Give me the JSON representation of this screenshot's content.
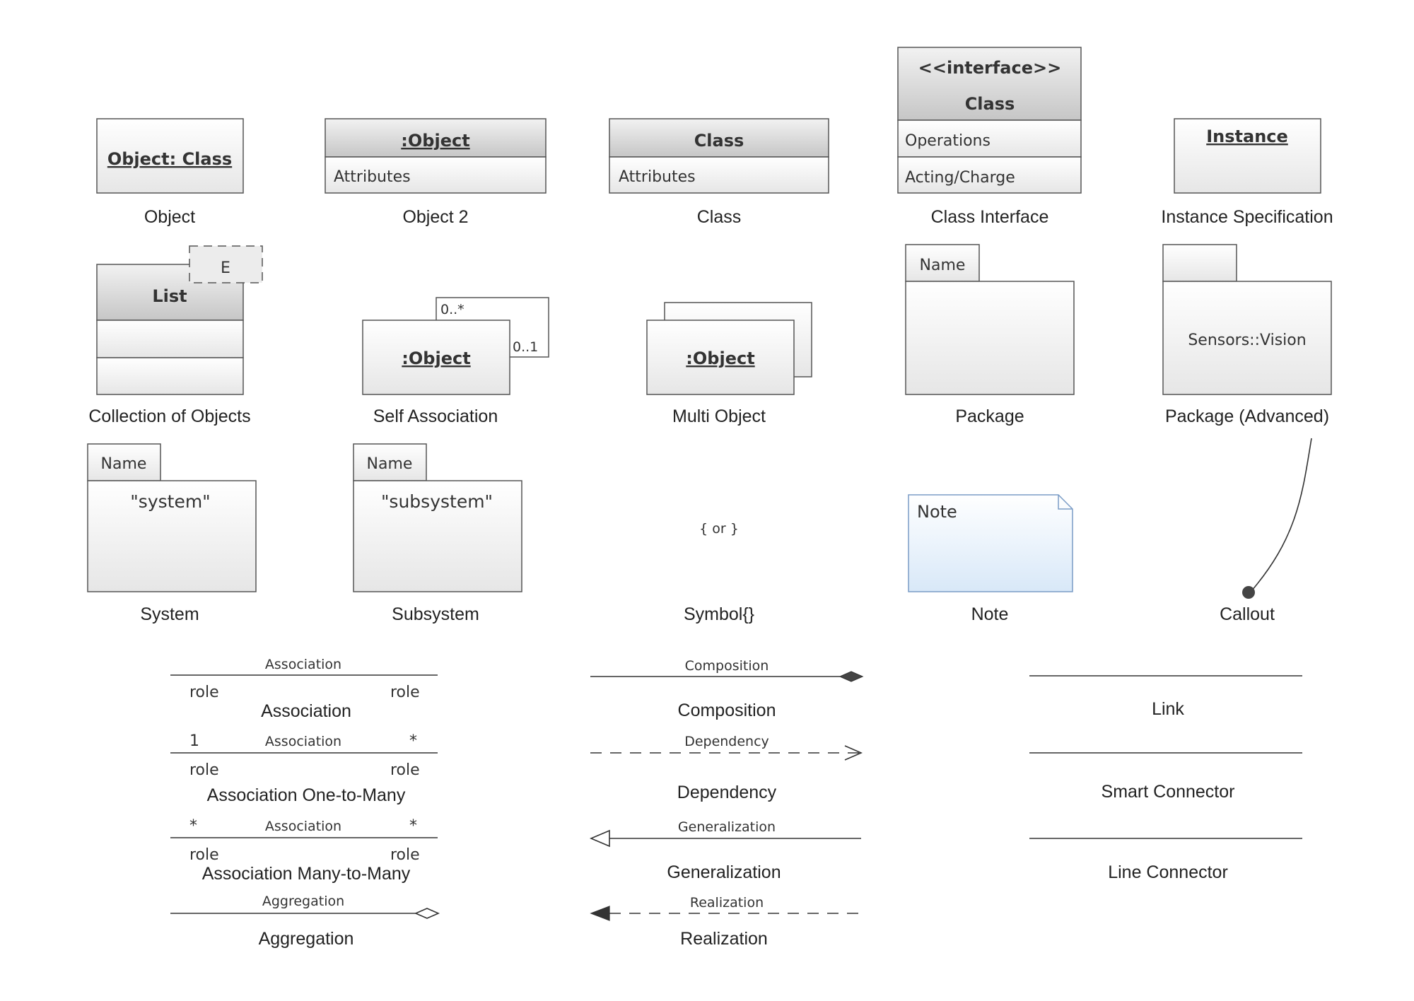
{
  "shapes": {
    "object": {
      "title": "Object: Class",
      "caption": "Object"
    },
    "object2": {
      "title": ":Object",
      "attributes": "Attributes",
      "caption": "Object 2"
    },
    "class": {
      "title": "Class",
      "attributes": "Attributes",
      "caption": "Class"
    },
    "class_interface": {
      "stereotype": "<<interface>>",
      "title": "Class",
      "operations": "Operations",
      "acting": "Acting/Charge",
      "caption": "Class Interface"
    },
    "instance": {
      "title": "Instance",
      "caption": "Instance Specification"
    },
    "collection": {
      "title": "List",
      "tag": "E",
      "caption": "Collection of Objects"
    },
    "self_association": {
      "title": ":Object",
      "mult_top": "0..*",
      "mult_right": "0..1",
      "caption": "Self Association"
    },
    "multi_object": {
      "title": ":Object",
      "caption": "Multi Object"
    },
    "package": {
      "tab": "Name",
      "caption": "Package"
    },
    "package_adv": {
      "body": "Sensors::Vision",
      "caption": "Package (Advanced)"
    },
    "system": {
      "tab": "Name",
      "body": "\"system\"",
      "caption": "System"
    },
    "subsystem": {
      "tab": "Name",
      "body": "\"subsystem\"",
      "caption": "Subsystem"
    },
    "symbol": {
      "glyph": "{ or }",
      "caption": "Symbol{}"
    },
    "note": {
      "body": "Note",
      "caption": "Note"
    },
    "callout": {
      "caption": "Callout"
    }
  },
  "connectors": {
    "association": {
      "label": "Association",
      "role_left": "role",
      "role_right": "role",
      "caption": "Association"
    },
    "one_to_many": {
      "label": "Association",
      "mult_left": "1",
      "mult_right": "*",
      "role_left": "role",
      "role_right": "role",
      "caption": "Association One-to-Many"
    },
    "many_to_many": {
      "label": "Association",
      "mult_left": "*",
      "mult_right": "*",
      "role_left": "role",
      "role_right": "role",
      "caption": "Association Many-to-Many"
    },
    "aggregation": {
      "label": "Aggregation",
      "caption": "Aggregation"
    },
    "composition": {
      "label": "Composition",
      "caption": "Composition"
    },
    "dependency": {
      "label": "Dependency",
      "caption": "Dependency"
    },
    "generalization": {
      "label": "Generalization",
      "caption": "Generalization"
    },
    "realization": {
      "label": "Realization",
      "caption": "Realization"
    },
    "link": {
      "caption": "Link"
    },
    "smart": {
      "caption": "Smart Connector"
    },
    "line": {
      "caption": "Line Connector"
    }
  }
}
